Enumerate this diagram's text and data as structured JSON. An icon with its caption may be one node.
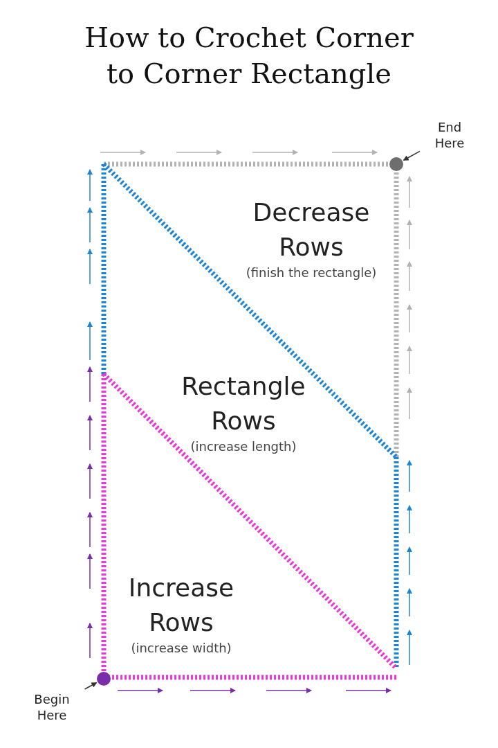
{
  "diagram": {
    "title": "How to Crochet Corner to Corner Rectangle",
    "nodes": [
      {
        "text": [
          "End Here"
        ]
      },
      {
        "text": [],
        "shape": "circle"
      },
      {
        "text": [
          "Decrease Rows",
          "(finish the rectangle)"
        ]
      },
      {
        "text": [
          "Rectangle Rows",
          "(increase length)"
        ]
      },
      {
        "text": [
          "Increase Rows",
          "(increase width)"
        ]
      },
      {
        "text": [
          "Begin Here"
        ]
      },
      {
        "text": [],
        "shape": "circle"
      }
    ],
    "edges": [
      {
        "from": 0,
        "to": 1,
        "arrow": "to"
      },
      {
        "from": 5,
        "to": 6,
        "arrow": "to"
      }
    ]
  }
}
